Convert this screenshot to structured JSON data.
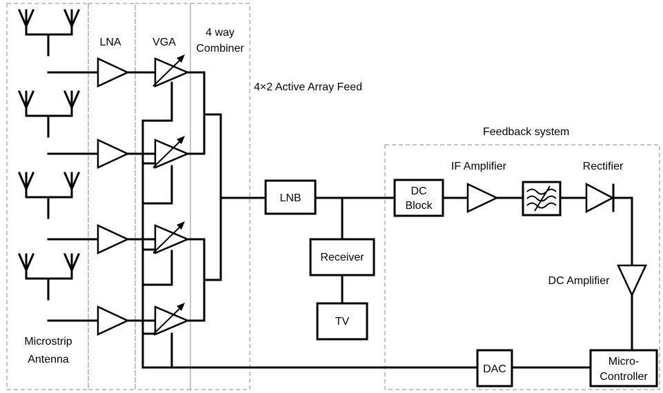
{
  "labels": {
    "lna": "LNA",
    "vga": "VGA",
    "combiner_line1": "4 way",
    "combiner_line2": "Combiner",
    "array_feed": "4×2 Active Array Feed",
    "feedback_system": "Feedback system",
    "microstrip_line1": "Microstrip",
    "microstrip_line2": "Antenna",
    "lnb": "LNB",
    "receiver": "Receiver",
    "tv": "TV",
    "dc_block_line1": "DC",
    "dc_block_line2": "Block",
    "if_amplifier": "IF Amplifier",
    "rectifier": "Rectifier",
    "dc_amplifier": "DC Amplifier",
    "dac": "DAC",
    "micro_controller_line1": "Micro-",
    "micro_controller_line2": "Controller"
  },
  "icons": {
    "antenna": "antenna-icon",
    "amplifier": "amplifier-icon",
    "variable_gain_amplifier": "variable-gain-amplifier-icon",
    "bandpass_filter": "bandpass-filter-icon",
    "diode": "diode-icon"
  }
}
